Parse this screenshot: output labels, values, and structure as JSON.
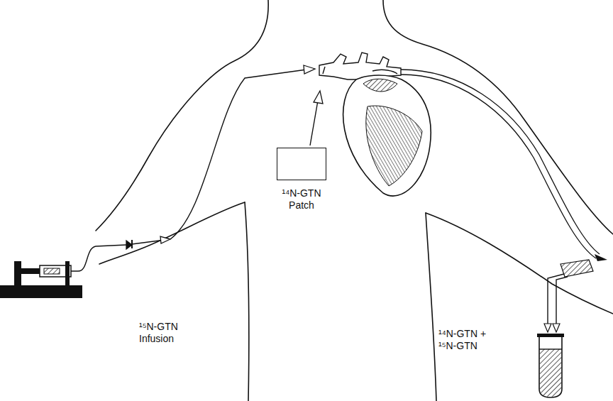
{
  "diagram": {
    "nodes": [
      {
        "text": [
          "¹⁴N-GTN Patch"
        ]
      }
    ],
    "labels": [
      "¹⁵N-GTN Infusion",
      "¹⁴N-GTN + ¹⁵N-GTN"
    ]
  }
}
